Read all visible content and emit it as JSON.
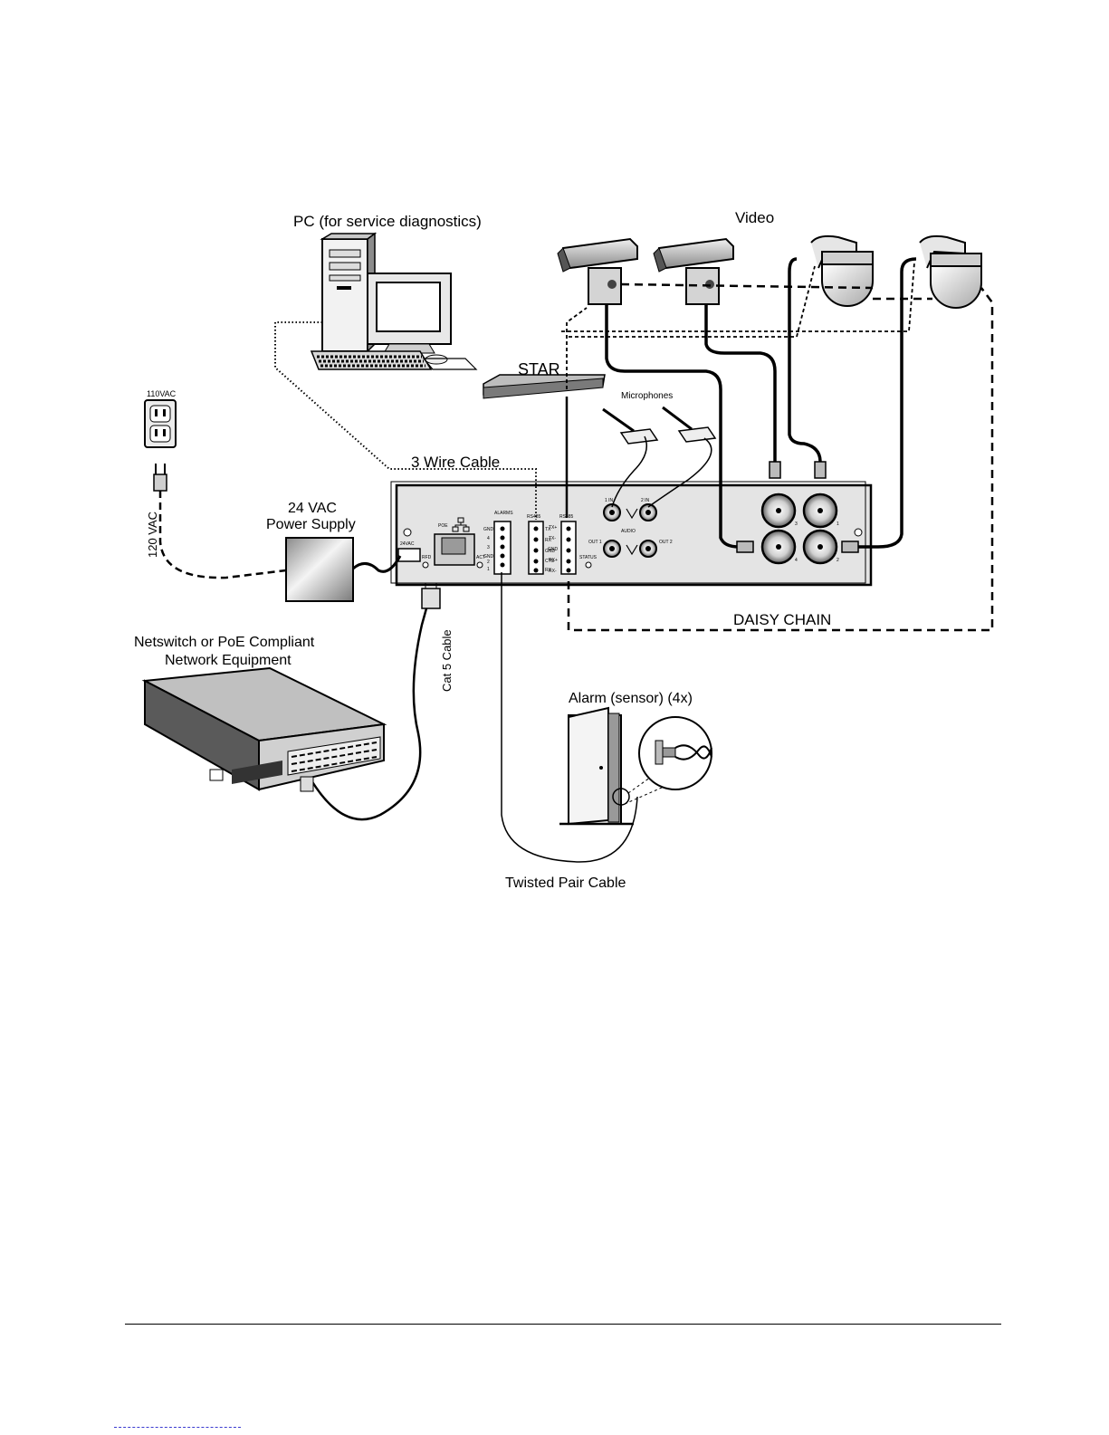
{
  "labels": {
    "pc": "PC (for service diagnostics)",
    "video": "Video",
    "star": "STAR",
    "microphones": "Microphones",
    "outlet": "110VAC",
    "vac120": "120 VAC",
    "three_wire": "3 Wire Cable",
    "psu_line1": "24 VAC",
    "psu_line2": "Power Supply",
    "daisy": "DAISY CHAIN",
    "netswitch_line1": "Netswitch or PoE Compliant",
    "netswitch_line2": "Network Equipment",
    "cat5": "Cat 5 Cable",
    "alarm": "Alarm (sensor) (4x)",
    "twisted": "Twisted Pair Cable"
  },
  "panel": {
    "power_label": "24VAC",
    "rfd": "RFD",
    "poe": "POE",
    "act": "ACT",
    "alarms": "ALARMS",
    "rs_label": "RS485",
    "rs485": "RS485",
    "status": "STATUS",
    "audio": "AUDIO",
    "audio_in_1": "1 IN",
    "audio_in_2": "2 IN",
    "audio_out_1": "OUT 1",
    "audio_out_2": "OUT 2",
    "alarm_pins": [
      "GND",
      "4",
      "3",
      "GND",
      "2",
      "1"
    ],
    "rs_pins": [
      "TX",
      "RX",
      "GND",
      "CTS",
      "RX"
    ],
    "rs485_pins": [
      "TX+",
      "TX-",
      "GND",
      "RX+",
      "RX-"
    ],
    "bnc_numbers": [
      "3",
      "1",
      "4",
      "2"
    ]
  },
  "colors": {
    "line": "#000000",
    "page": "#ffffff"
  }
}
